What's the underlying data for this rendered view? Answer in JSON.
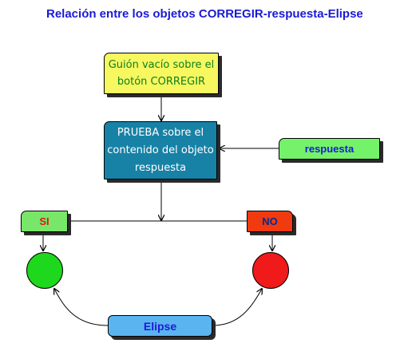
{
  "title": "Relación entre los objetos CORREGIR-respuesta-Elipse",
  "nodes": {
    "guion": "Guión vacío sobre el botón CORREGIR",
    "prueba": "PRUEBA sobre el contenido del objeto respuesta",
    "respuesta": "respuesta",
    "si": "SI",
    "no": "NO",
    "elipse": "Elipse"
  },
  "colors": {
    "title": "#1a1ad6",
    "guion_box": "#f7f760",
    "prueba_box": "#1782a6",
    "respuesta_box": "#74f26a",
    "si_box": "#78e668",
    "no_box": "#f03a10",
    "elipse_box": "#5ab4f0",
    "ellipse_true": "#1ed81e",
    "ellipse_false": "#f01a1a"
  }
}
